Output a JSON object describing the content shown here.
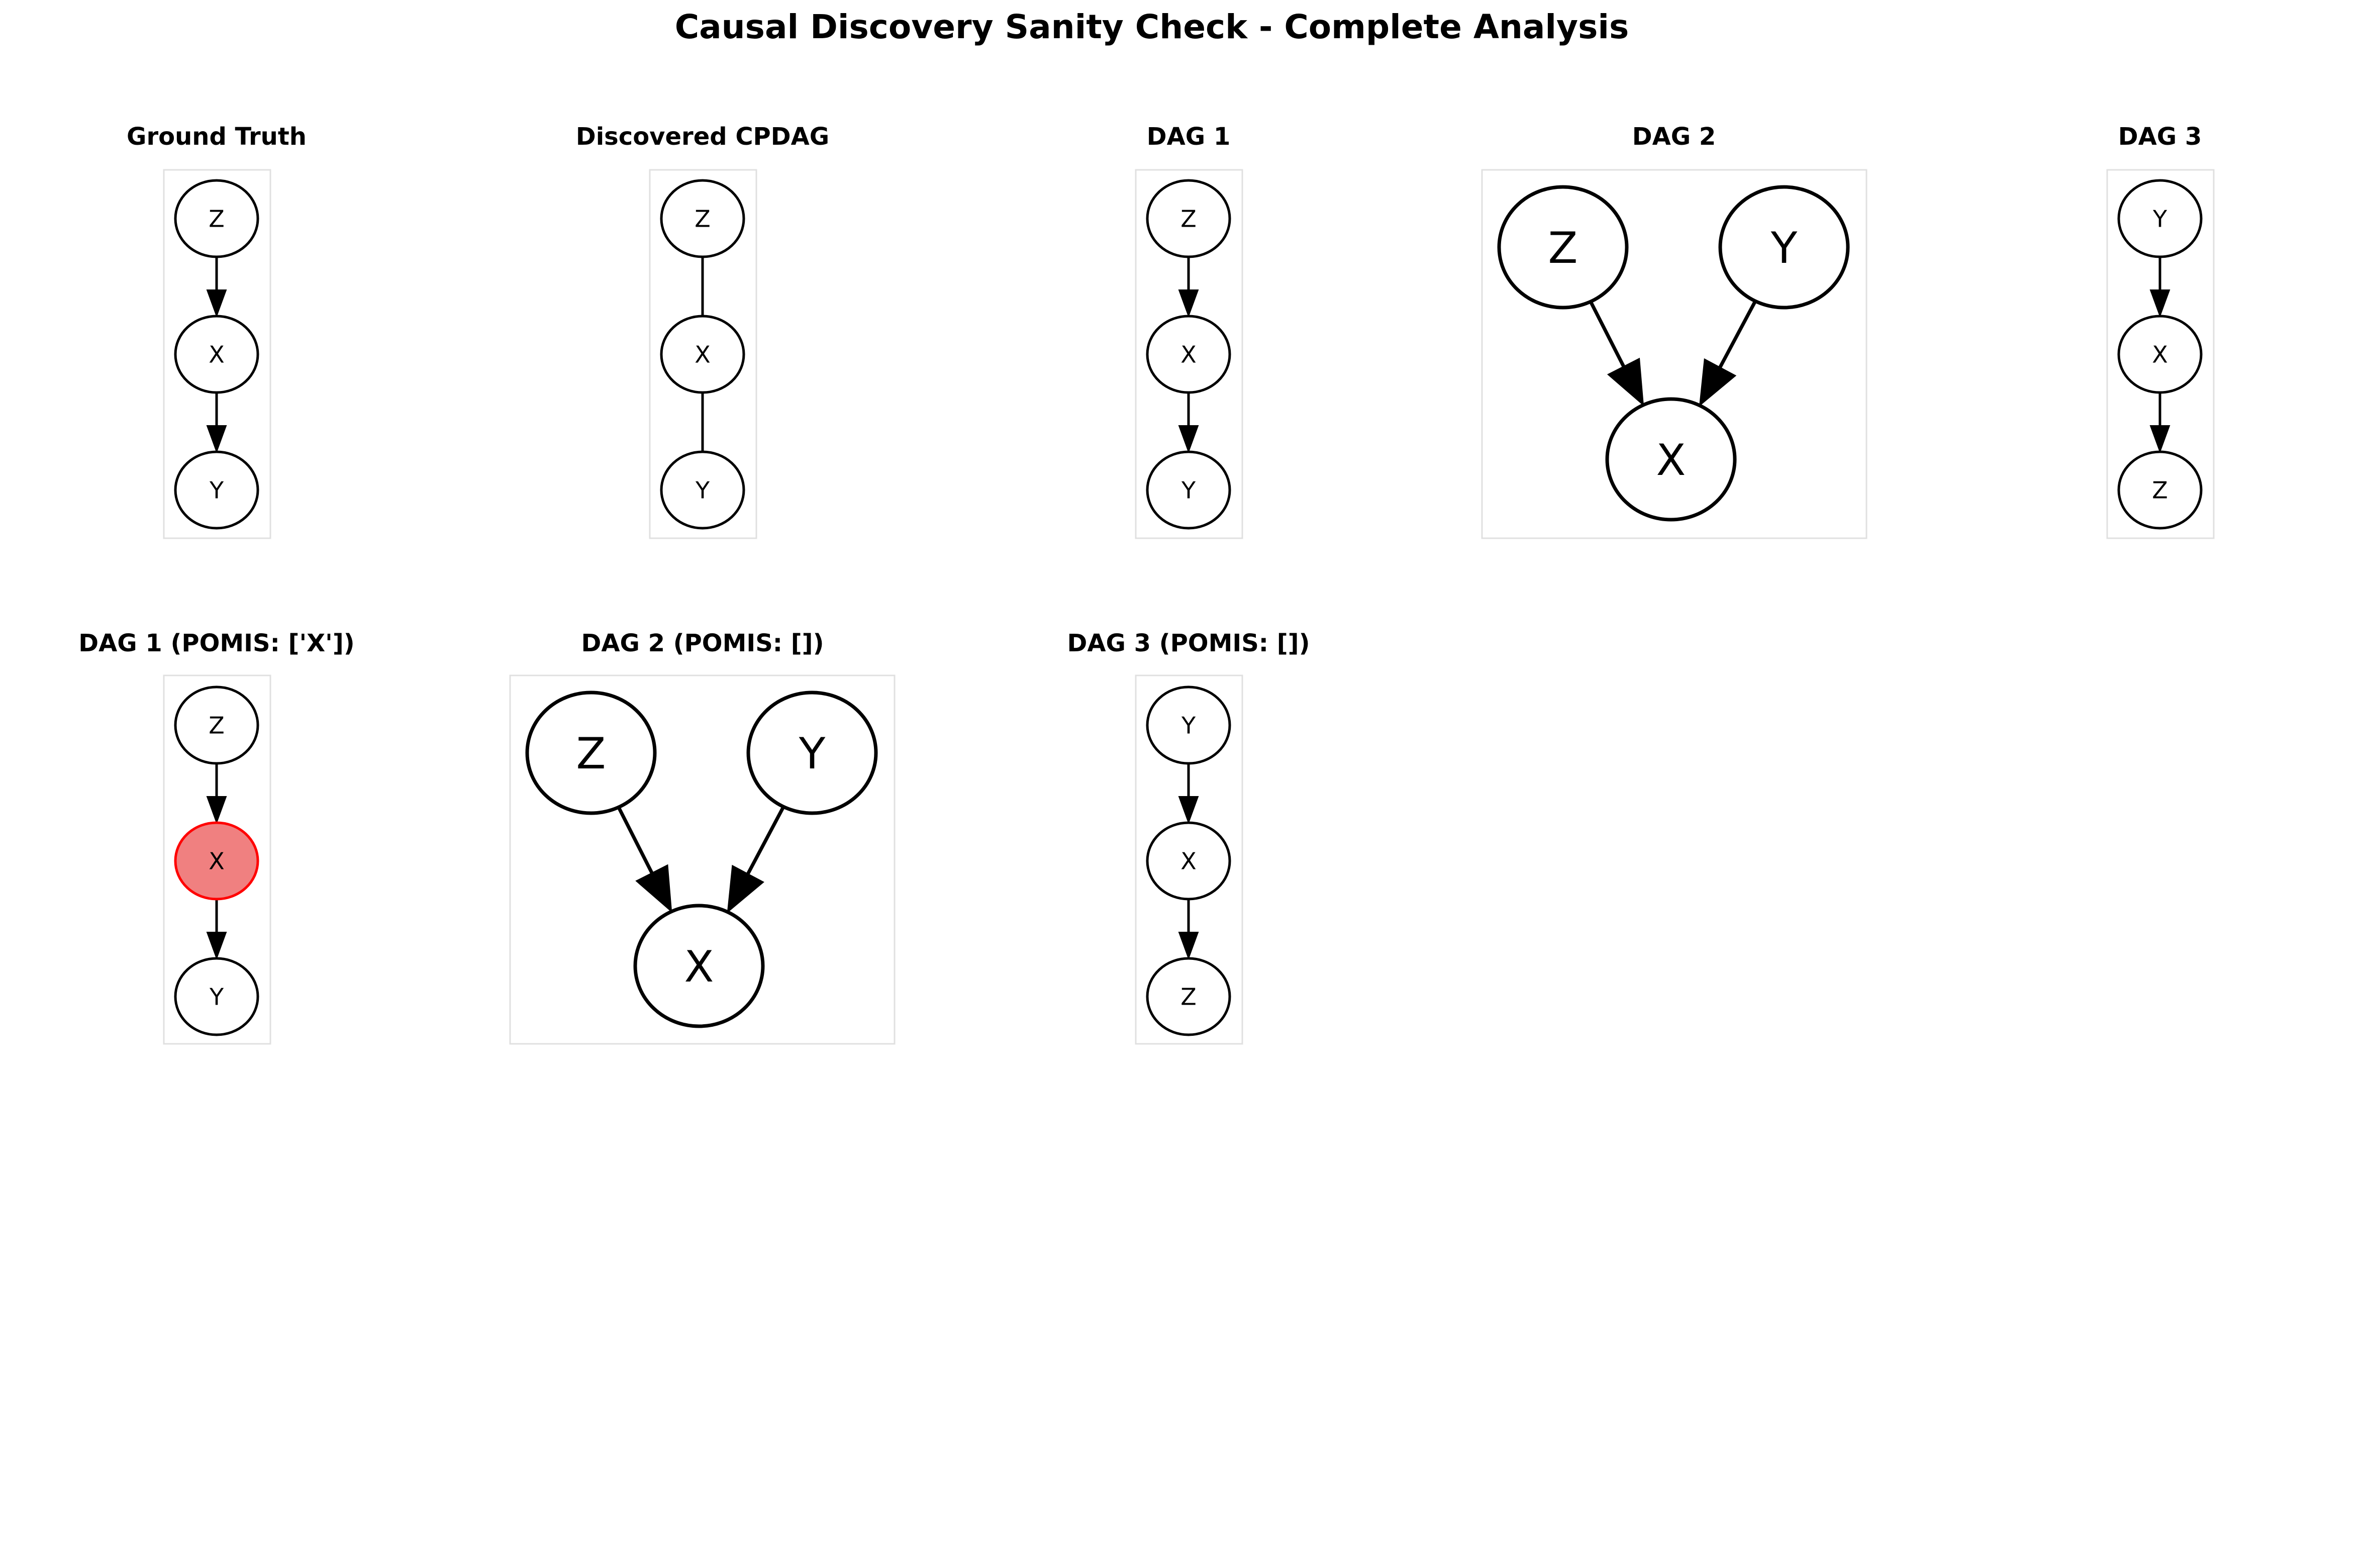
{
  "title": "Causal Discovery Sanity Check - Complete Analysis",
  "colors": {
    "node_fill": "#ffffff",
    "node_stroke": "#000000",
    "highlight_fill": "#f08080",
    "highlight_stroke": "#ff0000",
    "panel_border": "#e0e0e0"
  },
  "panels": [
    {
      "id": "ground-truth",
      "title": "Ground Truth",
      "layout": "chain",
      "nodes": [
        {
          "id": "Z",
          "label": "Z"
        },
        {
          "id": "X",
          "label": "X"
        },
        {
          "id": "Y",
          "label": "Y"
        }
      ],
      "edges": [
        {
          "from": "Z",
          "to": "X",
          "directed": true
        },
        {
          "from": "X",
          "to": "Y",
          "directed": true
        }
      ]
    },
    {
      "id": "discovered-cpdag",
      "title": "Discovered CPDAG",
      "layout": "chain",
      "nodes": [
        {
          "id": "Z",
          "label": "Z"
        },
        {
          "id": "X",
          "label": "X"
        },
        {
          "id": "Y",
          "label": "Y"
        }
      ],
      "edges": [
        {
          "from": "Z",
          "to": "X",
          "directed": false
        },
        {
          "from": "X",
          "to": "Y",
          "directed": false
        }
      ]
    },
    {
      "id": "dag-1",
      "title": "DAG 1",
      "layout": "chain",
      "nodes": [
        {
          "id": "Z",
          "label": "Z"
        },
        {
          "id": "X",
          "label": "X"
        },
        {
          "id": "Y",
          "label": "Y"
        }
      ],
      "edges": [
        {
          "from": "Z",
          "to": "X",
          "directed": true
        },
        {
          "from": "X",
          "to": "Y",
          "directed": true
        }
      ]
    },
    {
      "id": "dag-2",
      "title": "DAG 2",
      "layout": "collider",
      "nodes": [
        {
          "id": "Z",
          "label": "Z"
        },
        {
          "id": "Y",
          "label": "Y"
        },
        {
          "id": "X",
          "label": "X"
        }
      ],
      "edges": [
        {
          "from": "Z",
          "to": "X",
          "directed": true
        },
        {
          "from": "Y",
          "to": "X",
          "directed": true
        }
      ]
    },
    {
      "id": "dag-3",
      "title": "DAG 3",
      "layout": "chain",
      "nodes": [
        {
          "id": "Y",
          "label": "Y"
        },
        {
          "id": "X",
          "label": "X"
        },
        {
          "id": "Z",
          "label": "Z"
        }
      ],
      "edges": [
        {
          "from": "Y",
          "to": "X",
          "directed": true
        },
        {
          "from": "X",
          "to": "Z",
          "directed": true
        }
      ]
    },
    {
      "id": "dag-1-pomis",
      "title": "DAG 1 (POMIS: ['X'])",
      "layout": "chain",
      "nodes": [
        {
          "id": "Z",
          "label": "Z"
        },
        {
          "id": "X",
          "label": "X",
          "highlight": true
        },
        {
          "id": "Y",
          "label": "Y"
        }
      ],
      "edges": [
        {
          "from": "Z",
          "to": "X",
          "directed": true
        },
        {
          "from": "X",
          "to": "Y",
          "directed": true
        }
      ]
    },
    {
      "id": "dag-2-pomis",
      "title": "DAG 2 (POMIS: [])",
      "layout": "collider",
      "nodes": [
        {
          "id": "Z",
          "label": "Z"
        },
        {
          "id": "Y",
          "label": "Y"
        },
        {
          "id": "X",
          "label": "X"
        }
      ],
      "edges": [
        {
          "from": "Z",
          "to": "X",
          "directed": true
        },
        {
          "from": "Y",
          "to": "X",
          "directed": true
        }
      ]
    },
    {
      "id": "dag-3-pomis",
      "title": "DAG 3 (POMIS: [])",
      "layout": "chain",
      "nodes": [
        {
          "id": "Y",
          "label": "Y"
        },
        {
          "id": "X",
          "label": "X"
        },
        {
          "id": "Z",
          "label": "Z"
        }
      ],
      "edges": [
        {
          "from": "Y",
          "to": "X",
          "directed": true
        },
        {
          "from": "X",
          "to": "Z",
          "directed": true
        }
      ]
    }
  ]
}
